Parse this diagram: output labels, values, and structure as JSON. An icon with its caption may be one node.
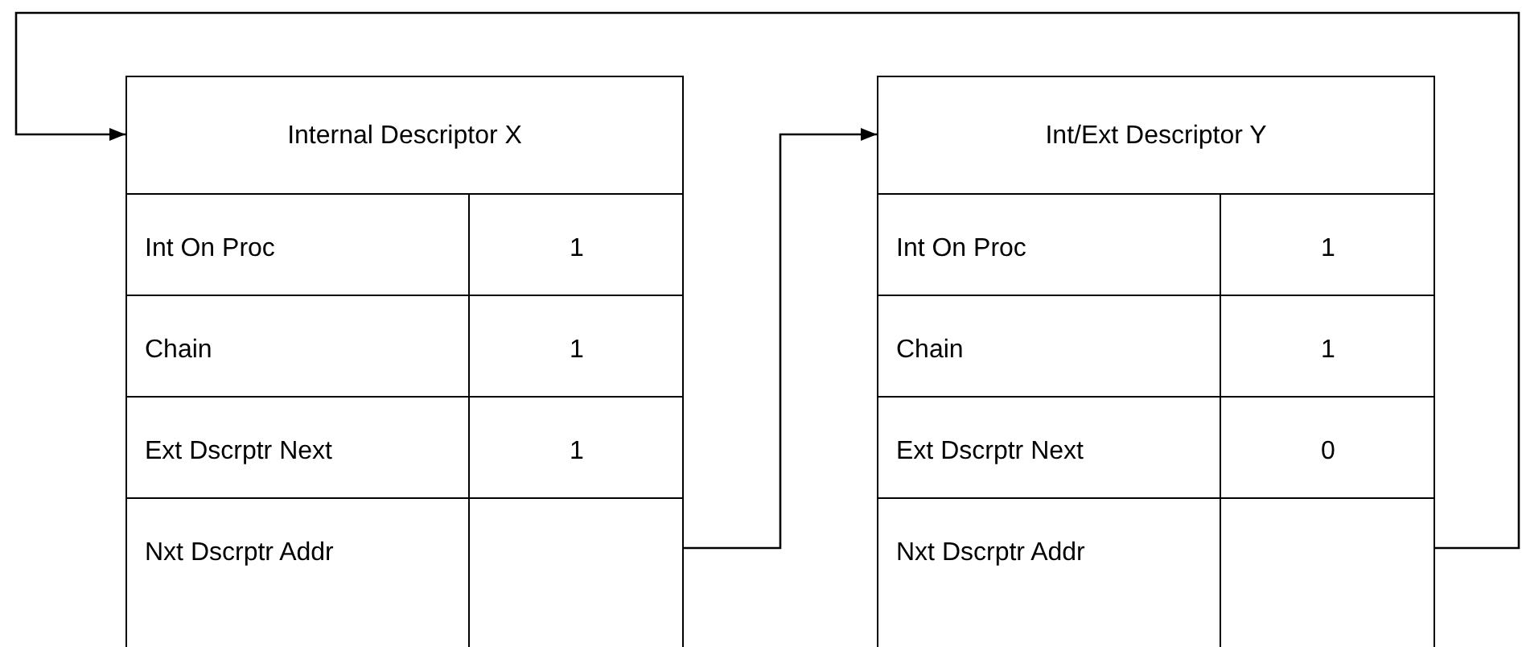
{
  "diagram": {
    "nodes": [
      {
        "text": [
          "Internal Descriptor X"
        ]
      },
      {
        "text": [
          "Int On Proc"
        ],
        "in": 0
      },
      {
        "text": [
          "1"
        ],
        "in": 0
      },
      {
        "text": [
          "Chain"
        ],
        "in": 0
      },
      {
        "text": [
          "1"
        ],
        "in": 0
      },
      {
        "text": [
          "Ext Dscrptr Next"
        ],
        "in": 0
      },
      {
        "text": [
          "1"
        ],
        "in": 0
      },
      {
        "text": [
          "Nxt Dscrptr Addr"
        ],
        "in": 0
      },
      {
        "text": [],
        "shape": "box",
        "in": 0
      },
      {
        "text": [
          "Int/Ext Descriptor Y"
        ]
      },
      {
        "text": [
          "Int On Proc"
        ],
        "in": 9
      },
      {
        "text": [
          "1"
        ],
        "in": 9
      },
      {
        "text": [
          "Chain"
        ],
        "in": 9
      },
      {
        "text": [
          "1"
        ],
        "in": 9
      },
      {
        "text": [
          "Ext Dscrptr Next"
        ],
        "in": 9
      },
      {
        "text": [
          "0"
        ],
        "in": 9
      },
      {
        "text": [
          "Nxt Dscrptr Addr"
        ],
        "in": 9
      },
      {
        "text": [],
        "shape": "box",
        "in": 9
      }
    ],
    "edges": [
      {
        "from": 8,
        "to": 9,
        "arrow": "to"
      },
      {
        "from": 17,
        "to": 0,
        "arrow": "to"
      }
    ]
  }
}
